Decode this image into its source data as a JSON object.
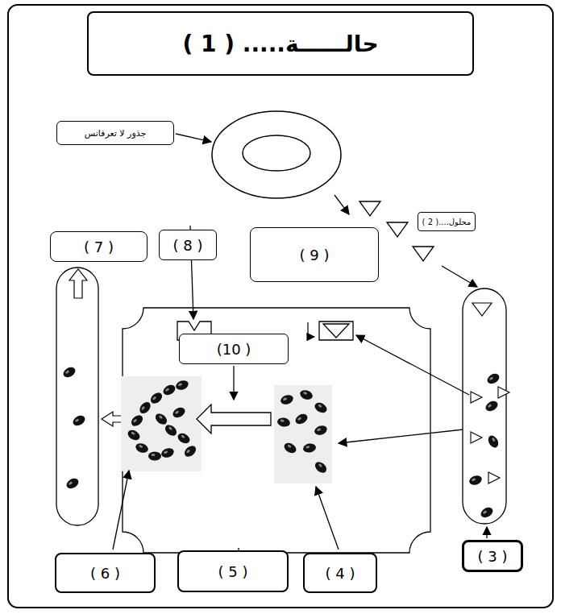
{
  "diagram": {
    "title": "حالــــــة..... ( 1 )",
    "nodes": [
      {
        "text": [
          "جذور لا تعرفانس"
        ]
      },
      {
        "text": [
          "محلول....( 2 )"
        ]
      },
      {
        "text": [
          "( 7 )"
        ]
      },
      {
        "text": [
          "( 8 )"
        ]
      },
      {
        "text": [
          "( 9 )"
        ]
      },
      {
        "text": [
          "(10 )"
        ]
      },
      {
        "text": [
          "( 6 )"
        ]
      },
      {
        "text": [
          "( 5 )"
        ]
      },
      {
        "text": [
          "( 4 )"
        ]
      },
      {
        "text": [
          "( 3 )"
        ]
      }
    ]
  }
}
